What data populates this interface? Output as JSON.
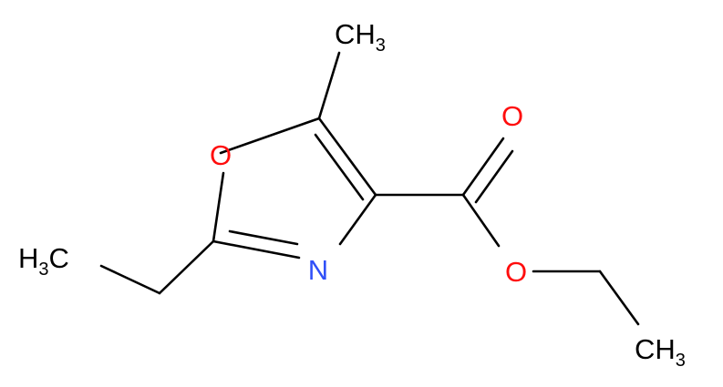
{
  "molecule": {
    "atoms": {
      "methyl_top": {
        "main": "CH",
        "sub": "3"
      },
      "ring_oxygen": {
        "main": "O"
      },
      "carbonyl_oxygen": {
        "main": "O"
      },
      "ester_oxygen": {
        "main": "O"
      },
      "nitrogen": {
        "main": "N"
      },
      "methyl_left": {
        "main": "H",
        "sub": "3",
        "tail": "C"
      },
      "methyl_right": {
        "main": "CH",
        "sub": "3"
      }
    },
    "colors": {
      "bond": "#000000",
      "carbon": "#000000",
      "oxygen": "#ff0d0d",
      "nitrogen": "#3050f8"
    }
  }
}
